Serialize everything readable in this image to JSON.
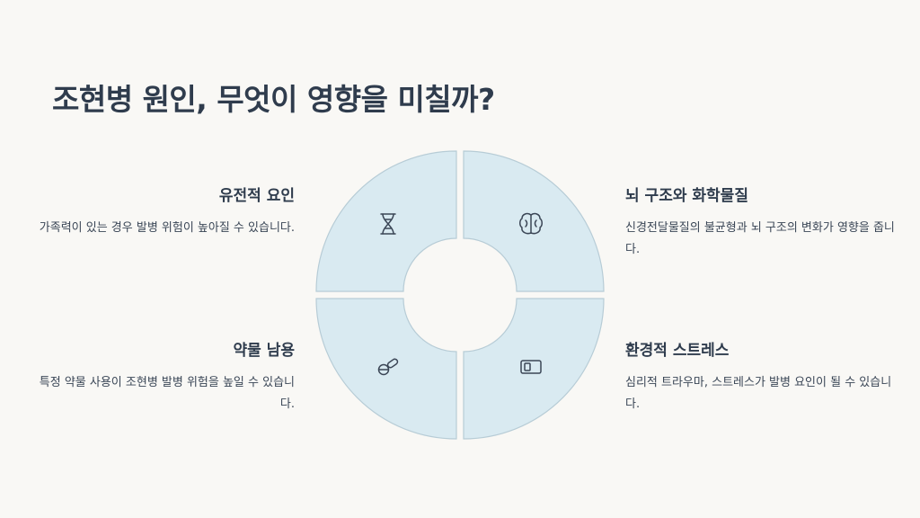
{
  "title": "조현병 원인, 무엇이 영향을 미칠까?",
  "causes": [
    {
      "id": "genetic",
      "heading": "유전적 요인",
      "description": "가족력이 있는 경우 발병 위험이 높아질 수 있습니다.",
      "icon": "dna-icon"
    },
    {
      "id": "brain",
      "heading": "뇌 구조와 화학물질",
      "description": "신경전달물질의 불균형과 뇌 구조의 변화가 영향을 줍니다.",
      "icon": "brain-icon"
    },
    {
      "id": "drug",
      "heading": "약물 남용",
      "description": "특정 약물 사용이 조현병 발병 위험을 높일 수 있습니다.",
      "icon": "pills-icon"
    },
    {
      "id": "stress",
      "heading": "환경적 스트레스",
      "description": "심리적 트라우마, 스트레스가 발병 요인이 될 수 있습니다.",
      "icon": "wallet-icon"
    }
  ],
  "colors": {
    "segment_fill": "#d9eaf1",
    "segment_stroke": "#b7ccd6",
    "background": "#f9f8f5",
    "text": "#2f3c4d"
  }
}
